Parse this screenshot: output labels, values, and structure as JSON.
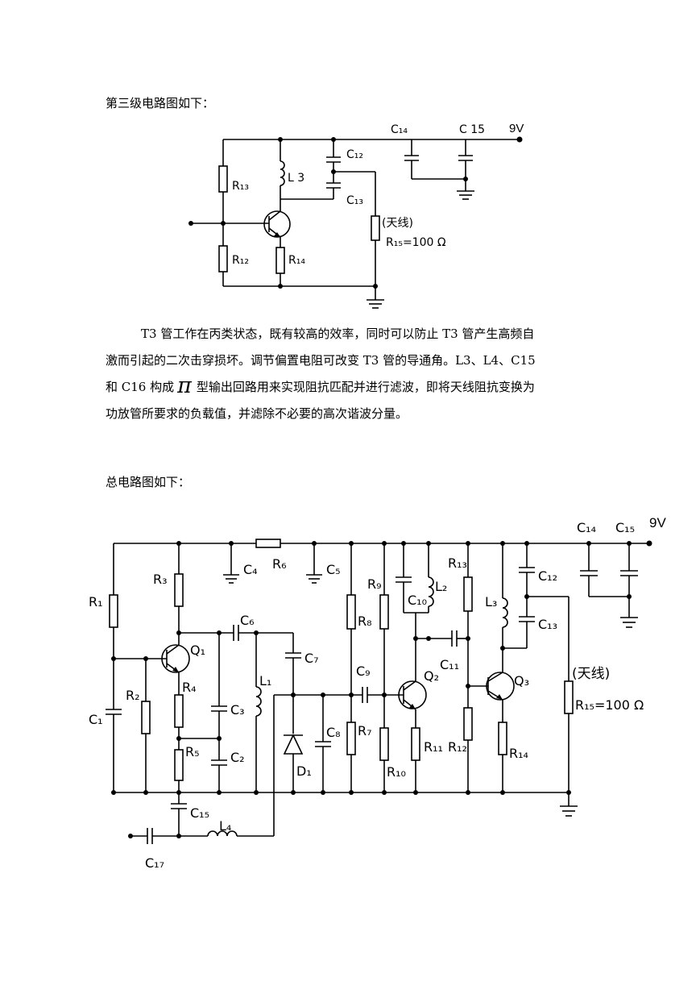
{
  "heading_stage3": "第三级电路图如下：",
  "paragraph": {
    "line1": "T3 管工作在丙类状态，既有较高的效率，同时可以防止 T3 管产生高频自",
    "line2": "激而引起的二次击穿损坏。调节偏置电阻可改变 T3 管的导通角。L3、L4、C15",
    "line3_before": "和 C16 构成",
    "pi_symbol": "π",
    "line3_after": "型输出回路用来实现阻抗匹配并进行滤波，即将天线阻抗变换为",
    "line4": "功放管所要求的负载值，并滤除不必要的高次谐波分量。"
  },
  "heading_total": "总电路图如下：",
  "stage3_circuit": {
    "supply": "9V",
    "antenna_label": "(天线)",
    "r15": "R₁₅=100 Ω",
    "labels": {
      "c14": "C₁₄",
      "c15": "C 15",
      "c12": "C₁₂",
      "c13": "C₁₃",
      "l3": "L 3",
      "r13": "R₁₃",
      "r12": "R₁₂",
      "r14": "R₁₄"
    }
  },
  "total_circuit": {
    "supply": "9V",
    "antenna_label": "(天线)",
    "r15": "R₁₅=100 Ω",
    "labels": {
      "c14": "C₁₄",
      "c15_top": "C₁₅",
      "r1": "R₁",
      "r3": "R₃",
      "c4": "C₄",
      "r6": "R₆",
      "c5": "C₅",
      "r9": "R₉",
      "c10": "C₁₀",
      "l2": "L₂",
      "r13": "R₁₃",
      "l3": "L₃",
      "c12": "C₁₂",
      "c13": "C₁₃",
      "c6": "C₆",
      "q1": "Q₁",
      "c7": "C₇",
      "r8": "R₈",
      "c11": "C₁₁",
      "r2": "R₂",
      "r4": "R₄",
      "l1": "L₁",
      "c9": "C₉",
      "q2": "Q₂",
      "q3": "Q₃",
      "c1": "C₁",
      "c3": "C₃",
      "c8": "C₈",
      "r7": "R₇",
      "r11": "R₁₁",
      "r12": "R₁₂",
      "r14": "R₁₄",
      "r5": "R₅",
      "c2": "C₂",
      "d1": "D₁",
      "r10": "R₁₀",
      "c15_bottom": "C₁₅",
      "l4": "L₄",
      "c17": "C₁₇"
    }
  }
}
